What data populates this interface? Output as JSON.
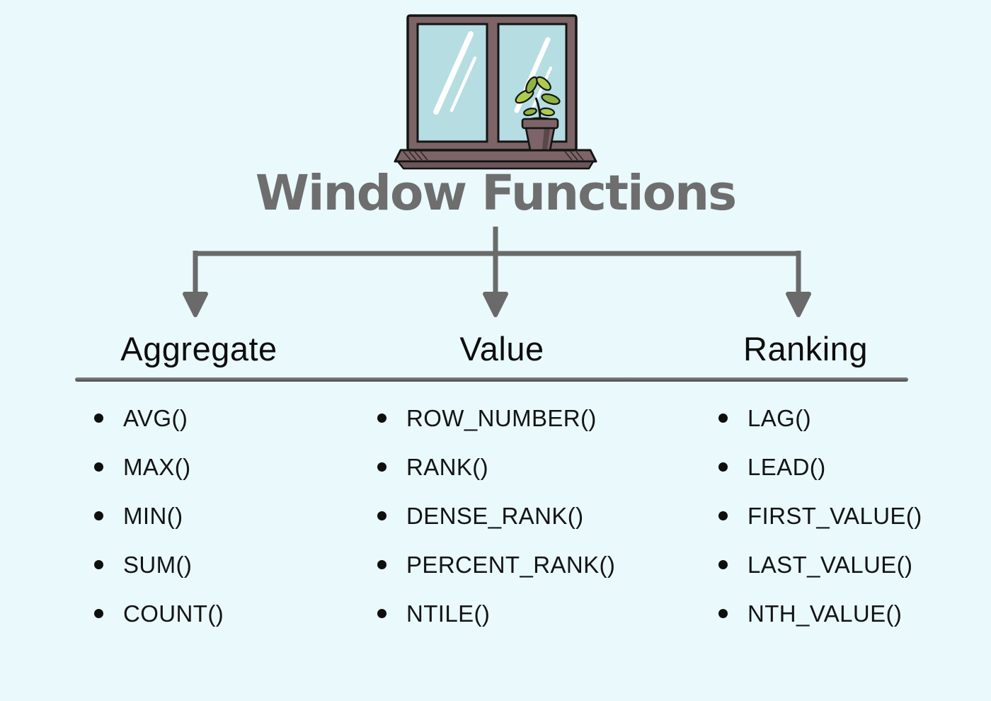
{
  "title": "Window Functions",
  "illustration_name": "window-with-potted-plant",
  "colors": {
    "background": "#eaf9fc",
    "title_gray": "#6e6e6e",
    "arrow_gray": "#6a6a6a",
    "text_black": "#141414",
    "divider_gray": "#5a5a5a",
    "window_frame": "#7c6467",
    "window_glass": "#b5dde2",
    "leaf_green": "#aecb4d",
    "leaf_dark_green": "#8fb342"
  },
  "categories": [
    {
      "label": "Aggregate",
      "items": [
        "AVG()",
        "MAX()",
        "MIN()",
        "SUM()",
        "COUNT()"
      ]
    },
    {
      "label": "Value",
      "items": [
        "ROW_NUMBER()",
        "RANK()",
        "DENSE_RANK()",
        "PERCENT_RANK()",
        "NTILE()"
      ]
    },
    {
      "label": "Ranking",
      "items": [
        "LAG()",
        "LEAD()",
        "FIRST_VALUE()",
        "LAST_VALUE()",
        "NTH_VALUE()"
      ]
    }
  ]
}
